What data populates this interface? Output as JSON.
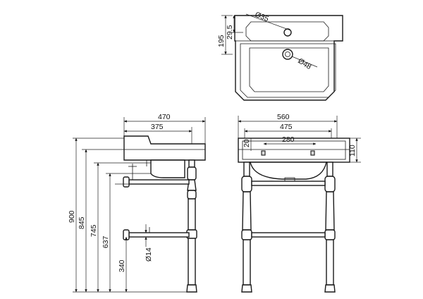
{
  "top_view": {
    "tap_hole_diameter": "Ø35",
    "waste_diameter": "Ø48",
    "depth_to_tap_hole": "195",
    "tap_hole_offset": "29.5"
  },
  "side_view": {
    "overall_depth": "470",
    "bowl_depth": "375",
    "overall_height": "900",
    "rim_height": "845",
    "bowl_bottom_height": "745",
    "upper_rail_height": "637",
    "lower_rail_height": "340",
    "rail_diameter": "Ø14"
  },
  "front_view": {
    "overall_width": "560",
    "bowl_width": "475",
    "leg_spacing": "280",
    "rim_thickness": "110",
    "edge_offset": "20"
  }
}
